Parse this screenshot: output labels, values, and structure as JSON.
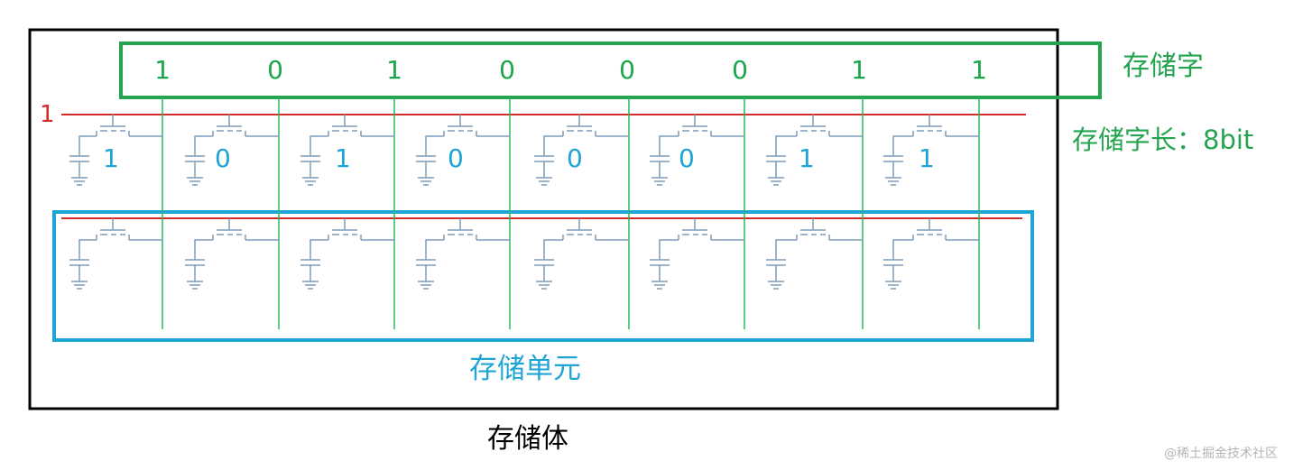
{
  "diagram": {
    "memory_body_label": "存储体",
    "memory_word_label": "存储字",
    "word_length_label": "存储字长：8bit",
    "memory_cell_label": "存储单元",
    "selected_row_label": "1",
    "word_bits": [
      "1",
      "0",
      "1",
      "0",
      "0",
      "0",
      "1",
      "1"
    ],
    "cell_bits_row1": [
      "1",
      "0",
      "1",
      "0",
      "0",
      "0",
      "1",
      "1"
    ],
    "watermark": "@稀土掘金技术社区"
  },
  "colors": {
    "frame": "#000000",
    "word_box": "#25a450",
    "bit_line": "#2ab85a",
    "word_line": "#d42a2a",
    "cell_box": "#1ea5d6",
    "circuit": "#7e9bb8"
  }
}
